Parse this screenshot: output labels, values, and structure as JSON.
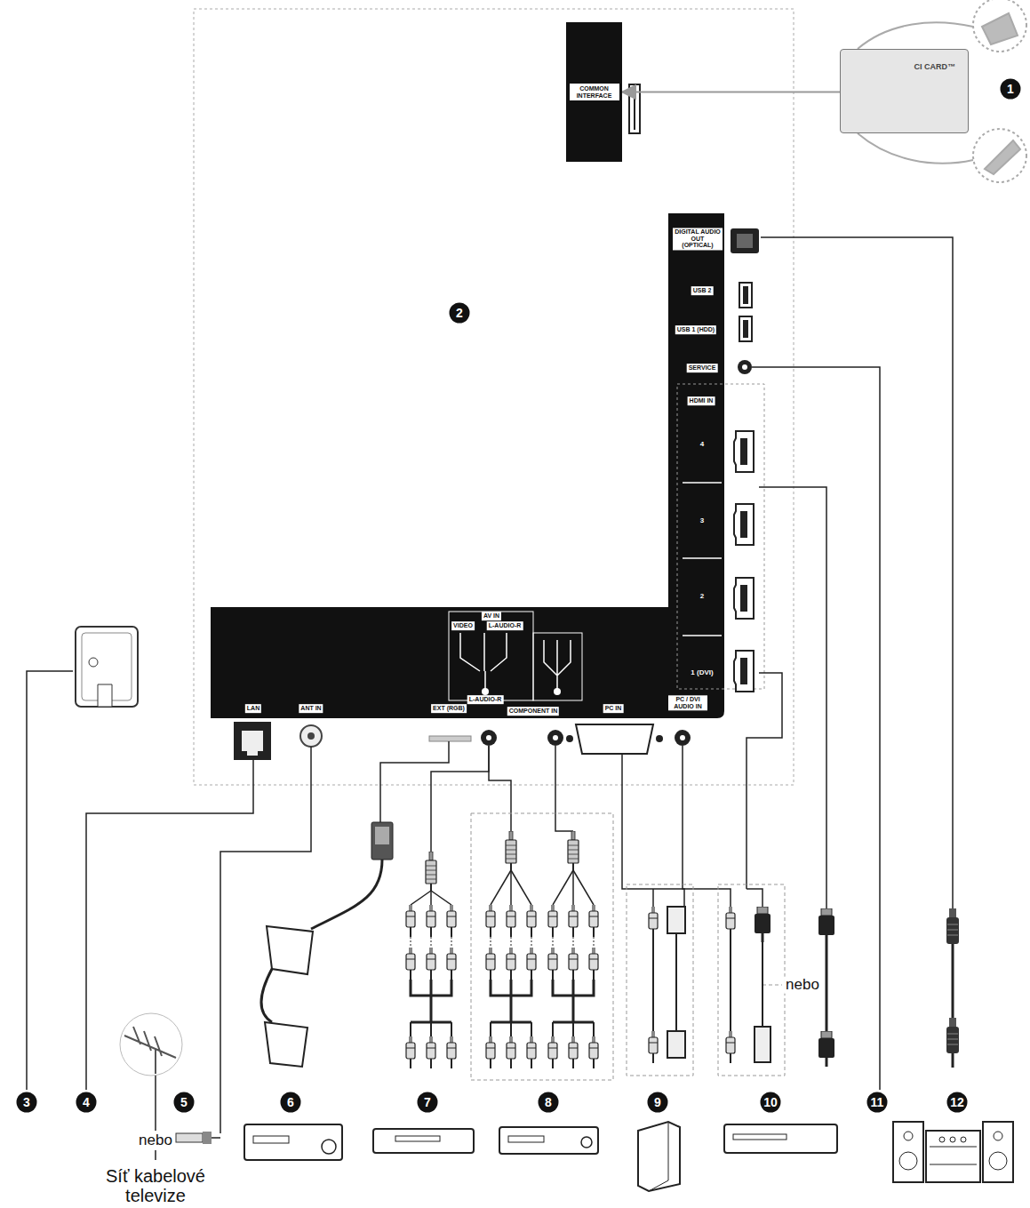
{
  "diagram": {
    "nodes": [
      {
        "text": [
          "COMMON INTERFACE"
        ]
      },
      {
        "text": [
          "CI CARD™"
        ]
      }
    ],
    "edges": [
      {
        "from": 1,
        "to": 0,
        "arrow": "to"
      }
    ],
    "labels": [
      "DIGITAL AUDIO OUT (OPTICAL)",
      "USB 2",
      "USB 1 (HDD)",
      "SERVICE",
      "HDMI IN",
      "4",
      "3",
      "2",
      "1 (DVI)",
      "AV IN",
      "VIDEO",
      "L-AUDIO-R",
      "L-AUDIO-R",
      "COMPONENT IN",
      "LAN",
      "ANT IN",
      "EXT (RGB)",
      "PC IN",
      "PC / DVI AUDIO IN",
      "1",
      "2",
      "3",
      "4",
      "5",
      "6",
      "7",
      "8",
      "9",
      "10",
      "11",
      "12",
      "nebo",
      "Síť kabelové televize",
      "nebo"
    ]
  }
}
